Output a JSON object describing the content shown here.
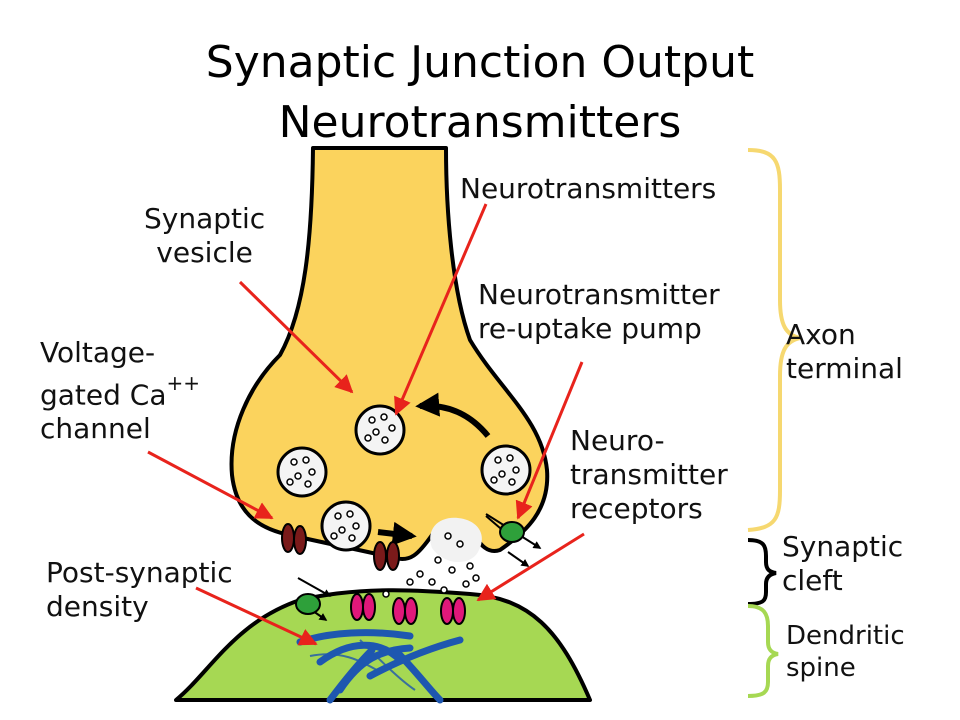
{
  "title": {
    "line1": "Synaptic Junction Output",
    "line2": "Neurotransmitters"
  },
  "labels": {
    "synaptic_vesicle": [
      "Synaptic",
      "vesicle"
    ],
    "neurotransmitters": "Neurotransmitters",
    "reuptake_pump": [
      "Neurotransmitter",
      "re-uptake pump"
    ],
    "axon_terminal": [
      "Axon",
      "terminal"
    ],
    "voltage_gated": [
      "Voltage-",
      "gated Ca",
      "channel"
    ],
    "ca_superscript": "++",
    "receptors": [
      "Neuro-",
      "transmitter",
      "receptors"
    ],
    "synaptic_cleft": [
      "Synaptic",
      "cleft"
    ],
    "post_synaptic_density": [
      "Post-synaptic",
      "density"
    ],
    "dendritic_spine": [
      "Dendritic",
      "spine"
    ]
  },
  "colors": {
    "axon_fill": "#fbd35d",
    "spine_fill": "#a6d853",
    "arrow_red": "#e8231c",
    "brace_yellow": "#f6d870",
    "brace_black": "#000000",
    "brace_green": "#a6d853",
    "channel": "#7a1a1a",
    "receptor": "#e0187a",
    "pump": "#2ea03a",
    "density": "#1e57b0"
  }
}
